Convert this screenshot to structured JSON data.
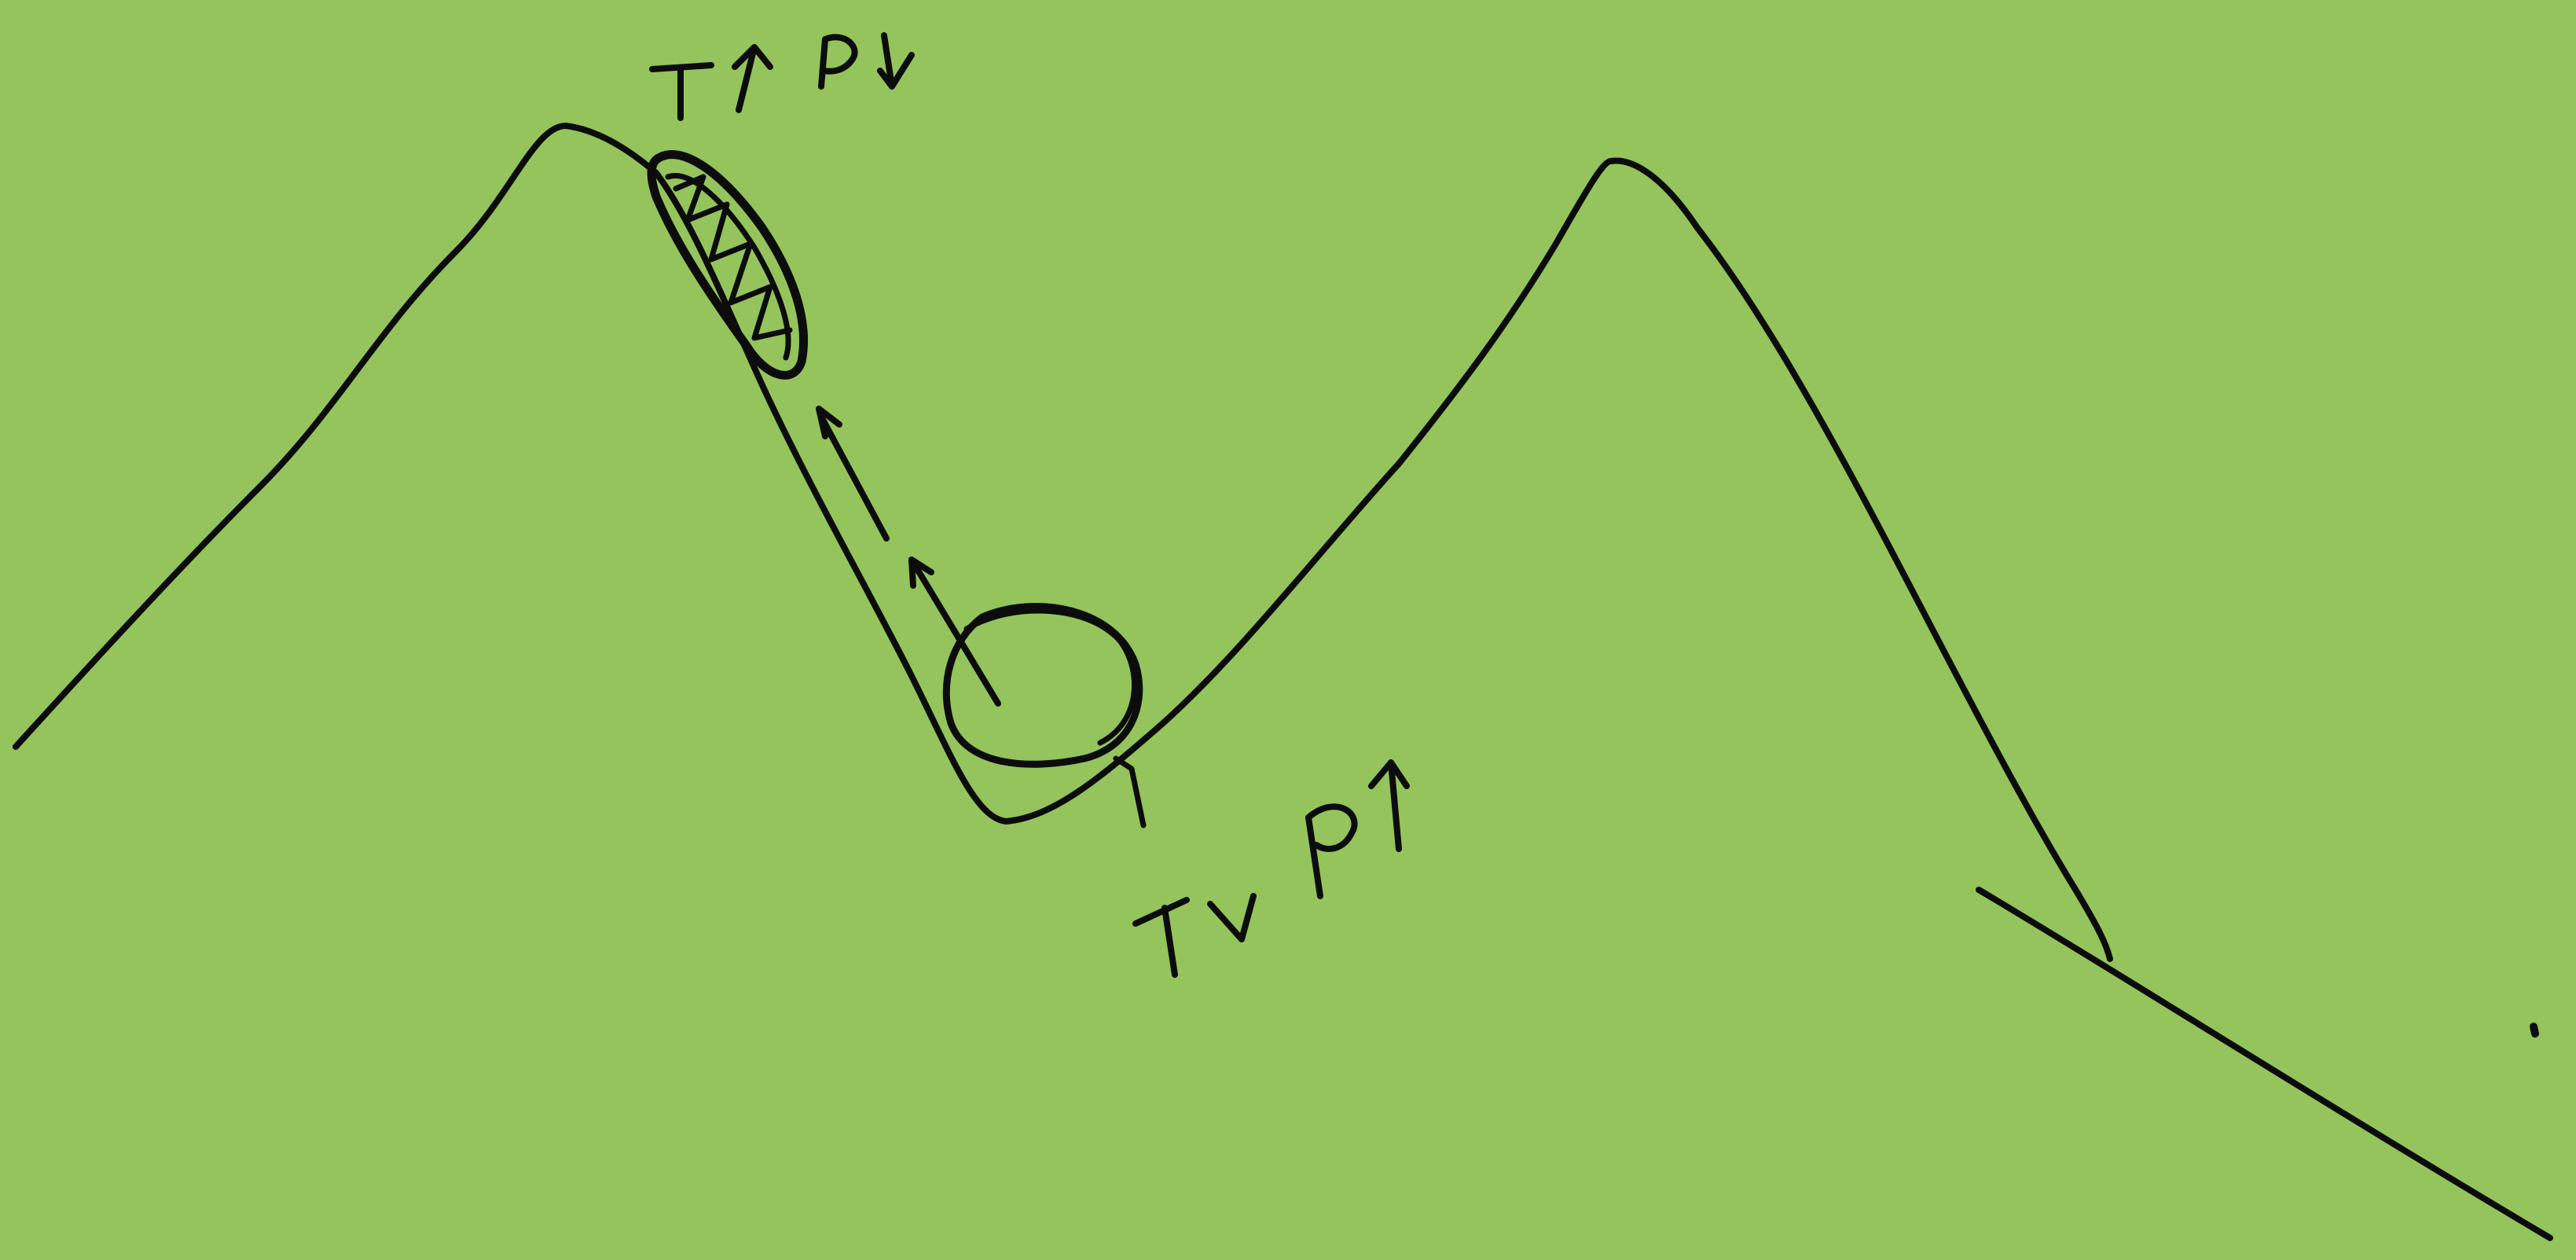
{
  "background_color": "#94c45b",
  "ink_color": "#0c0c0c",
  "labels": {
    "top": {
      "t": "T",
      "p": "P",
      "t_arrow": "up",
      "p_arrow": "down"
    },
    "bottom": {
      "t": "T",
      "p": "P",
      "t_arrow": "down",
      "p_arrow": "up"
    }
  }
}
